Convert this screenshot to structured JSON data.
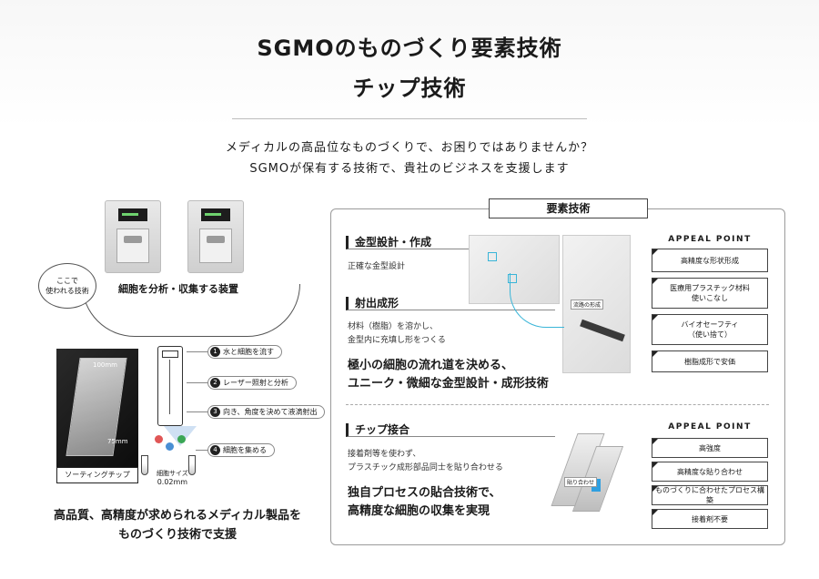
{
  "header": {
    "title_line1": "SGMOのものづくり要素技術",
    "title_line2": "チップ技術"
  },
  "intro": {
    "line1": "メディカルの高品位なものづくりで、お困りではありませんか？",
    "line2": "SGMOが保有する技術で、貴社のビジネスを支援します"
  },
  "left": {
    "device_caption": "細胞を分析・収集する装置",
    "speech_line1": "ここで",
    "speech_line2": "使われる技術",
    "chip_caption": "ソーティングチップ",
    "chip_size_text": "100mm",
    "chip_size_text2": "75mm",
    "steps": [
      "水と細胞を流す",
      "レーザー照射と分析",
      "向き、角度を決めて液滴射出",
      "細胞を集める"
    ],
    "step_numbers": [
      "1",
      "2",
      "3",
      "4"
    ],
    "cell_size_label": "細胞サイズ",
    "cell_size_value": "0.02mm",
    "bottom_line1": "高品質、高精度が求められるメディカル製品を",
    "bottom_line2": "ものづくり技術で支援"
  },
  "panel": {
    "tab_label": "要素技術",
    "sections": [
      {
        "heading1": "金型設計・作成",
        "desc1": "正確な金型設計",
        "heading2": "射出成形",
        "desc2_line1": "材料（樹脂）を溶かし、",
        "desc2_line2": "金型内に充填し形をつくる",
        "copy_line1": "極小の細胞の流れ道を決める、",
        "copy_line2": "ユニーク・微細な金型設計・成形技術",
        "image_label": "流路の形成",
        "appeal_title": "APPEAL POINT",
        "appeal": [
          "高精度な形状形成",
          "医療用プラスチック材料\n使いこなし",
          "バイオセーフティ\n（使い捨て）",
          "樹脂成形で安価"
        ]
      },
      {
        "heading": "チップ接合",
        "desc_line1": "接着剤等を使わず、",
        "desc_line2": "プラスチック成形部品同士を貼り合わせる",
        "copy_line1": "独自プロセスの貼合技術で、",
        "copy_line2": "高精度な細胞の収集を実現",
        "image_label": "貼り合わせ",
        "appeal_title": "APPEAL POINT",
        "appeal": [
          "高強度",
          "高精度な貼り合わせ",
          "ものづくりに合わせたプロセス構築",
          "接着剤不要"
        ]
      }
    ]
  }
}
